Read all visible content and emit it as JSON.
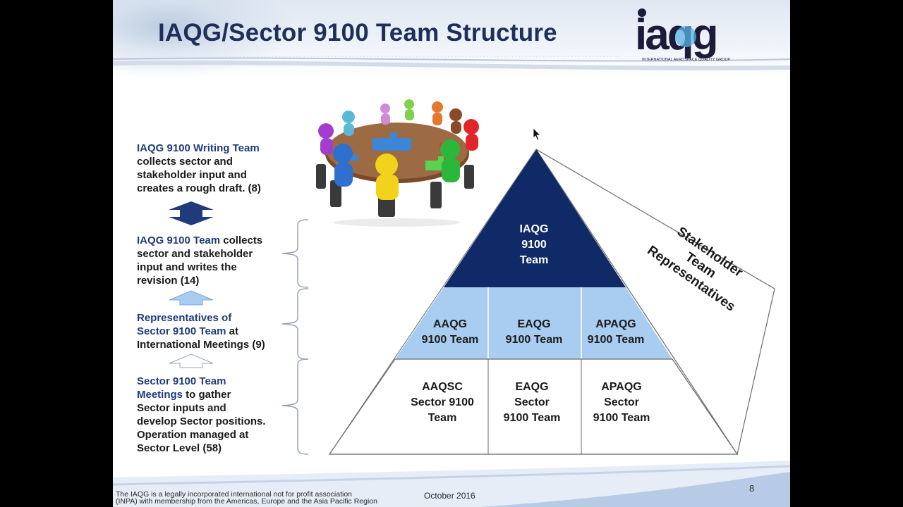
{
  "slide": {
    "title": "IAQG/Sector 9100 Team Structure",
    "logo": {
      "text": "iaqg",
      "subtext": "INTERNATIONAL AEROSPACE QUALITY GROUP"
    },
    "left_column": {
      "writing_team": {
        "heading": "IAQG 9100  Writing Team",
        "line1": "collects sector and",
        "line2": "stakeholder input and",
        "line3": "creates a rough draft. (8)"
      },
      "team": {
        "heading": "IAQG 9100 Team",
        "line1_rest": " collects",
        "line2": "sector and stakeholder",
        "line3": "input and writes the",
        "line4": "revision (14)"
      },
      "representatives": {
        "line1": "Representatives of",
        "line2_blue": "Sector 9100 Team",
        "line2_rest": " at",
        "line3": "International Meetings (9)"
      },
      "meetings": {
        "line1": "Sector 9100 Team",
        "line2_blue": "Meetings",
        "line2_rest": " to gather",
        "line3": "Sector inputs and",
        "line4": "develop Sector positions.",
        "line5": "Operation managed at",
        "line6": "Sector Level (58)"
      }
    },
    "pyramid": {
      "top": {
        "line1": "IAQG",
        "line2": "9100",
        "line3": "Team"
      },
      "middle": [
        {
          "line1": "AAQG",
          "line2": "9100 Team"
        },
        {
          "line1": "EAQG",
          "line2": "9100 Team"
        },
        {
          "line1": "APAQG",
          "line2": "9100 Team"
        }
      ],
      "bottom": [
        {
          "line1": "AAQSC",
          "line2": "Sector  9100",
          "line3": "Team"
        },
        {
          "line1": "EAQG",
          "line2": "Sector",
          "line3": "9100 Team"
        },
        {
          "line1": "APAQG",
          "line2": "Sector",
          "line3": "9100 Team"
        }
      ],
      "stakeholder": {
        "line1": "Stakeholder",
        "line2": "Team",
        "line3": "Representatives"
      }
    },
    "footer": {
      "note_line1": "The IAQG is a legally incorporated international not for profit association",
      "note_line2": "(INPA) with membership from the Americas, Europe and the Asia Pacific Region",
      "date": "October 2016",
      "page": "8"
    },
    "colors": {
      "title": "#1f2f5c",
      "pyramid_top": "#0f2a66",
      "pyramid_middle": "#a9cdf0",
      "accent_blue": "#1f3b7a"
    }
  }
}
